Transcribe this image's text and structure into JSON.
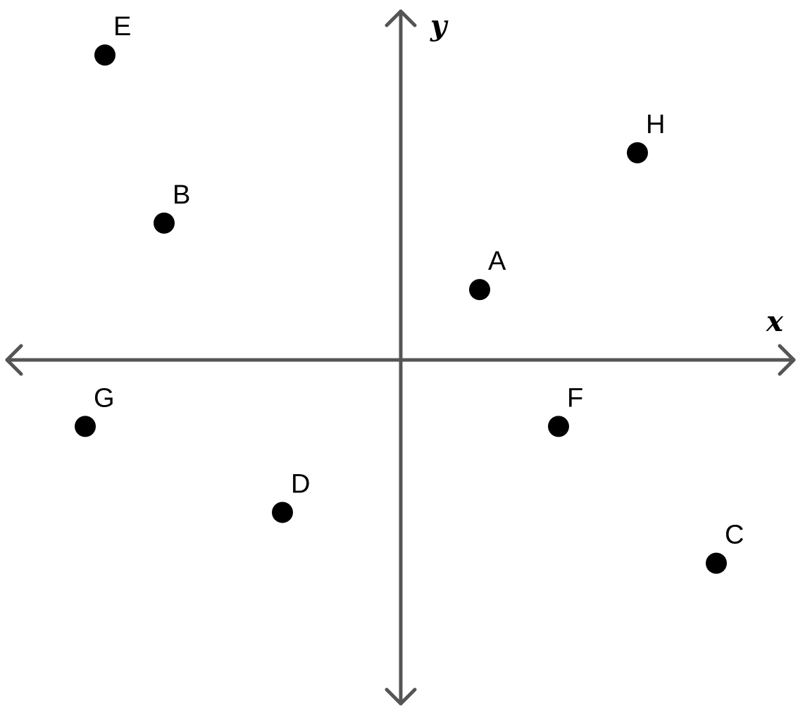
{
  "chart_data": {
    "type": "scatter",
    "xlabel": "x",
    "ylabel": "y",
    "grid": false,
    "xlim": [
      -10,
      10
    ],
    "ylim": [
      -9,
      9
    ],
    "points": [
      {
        "label": "A",
        "x": 2,
        "y": 1.8
      },
      {
        "label": "B",
        "x": -6,
        "y": 3.5
      },
      {
        "label": "C",
        "x": 8,
        "y": -5.2
      },
      {
        "label": "D",
        "x": -3,
        "y": -3.9
      },
      {
        "label": "E",
        "x": -7.5,
        "y": 7.8
      },
      {
        "label": "F",
        "x": 4,
        "y": -1.7
      },
      {
        "label": "G",
        "x": -8,
        "y": -1.7
      },
      {
        "label": "H",
        "x": 6,
        "y": 5.3
      }
    ],
    "colors": {
      "axis": "#555555",
      "point": "#000000"
    }
  }
}
